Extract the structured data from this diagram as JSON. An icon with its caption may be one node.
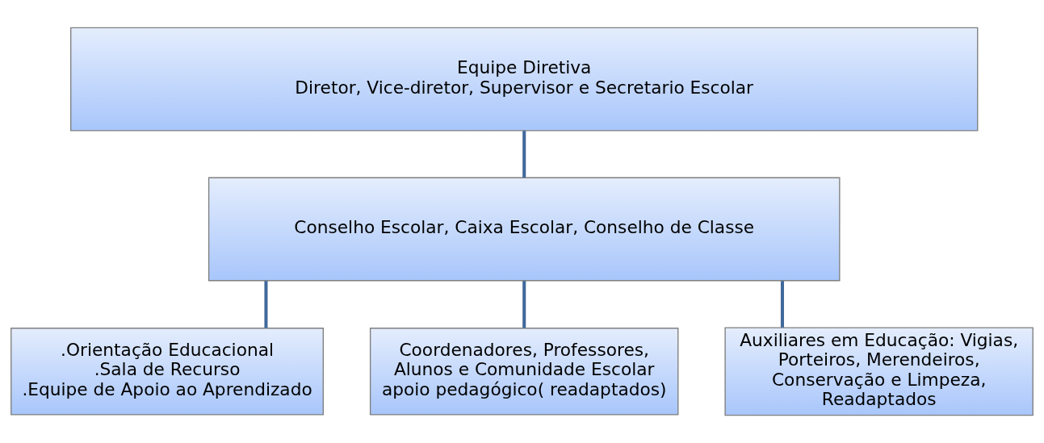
{
  "diagram": {
    "nodes": [
      {
        "text": [
          "Equipe Diretiva",
          "Diretor, Vice-diretor, Supervisor e Secretario Escolar"
        ]
      },
      {
        "text": [
          "Conselho Escolar, Caixa Escolar, Conselho de Classe"
        ]
      },
      {
        "text": [
          ".Orientação Educacional",
          ".Sala de Recurso",
          ".Equipe de Apoio ao Aprendizado"
        ]
      },
      {
        "text": [
          "Coordenadores, Professores, Alunos e Comunidade Escolar apoio pedagógico( readaptados)"
        ]
      },
      {
        "text": [
          "Auxiliares em Educação: Vigias, Porteiros, Merendeiros, Conservação e Limpeza, Readaptados"
        ]
      }
    ],
    "edges": [
      {
        "from": 0,
        "to": 1,
        "arrow": "none"
      },
      {
        "from": 1,
        "to": 2,
        "arrow": "none"
      },
      {
        "from": 1,
        "to": 3,
        "arrow": "none"
      },
      {
        "from": 1,
        "to": 4,
        "arrow": "none"
      }
    ]
  }
}
